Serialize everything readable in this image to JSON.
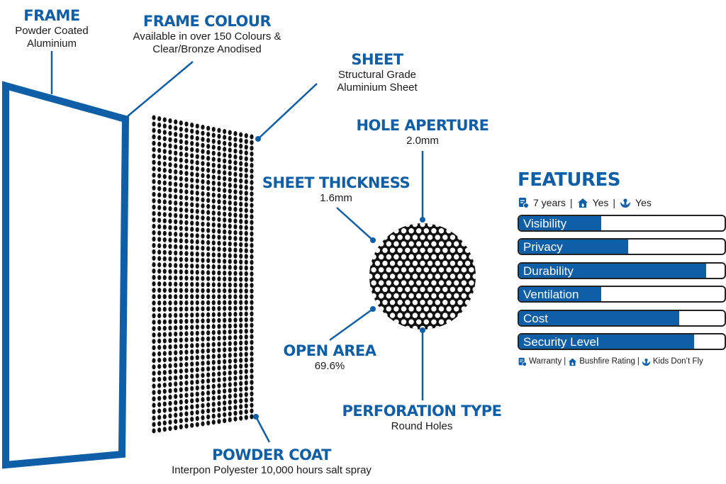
{
  "labels": {
    "frame": {
      "title": "FRAME",
      "desc_lines": [
        "Powder Coated",
        "Aluminium"
      ]
    },
    "frame_colour": {
      "title": "FRAME COLOUR",
      "desc_lines": [
        "Available in over 150 Colours &",
        "Clear/Bronze Anodised"
      ]
    },
    "sheet": {
      "title": "SHEET",
      "desc_lines": [
        "Structural Grade",
        "Aluminium Sheet"
      ]
    },
    "hole_aperture": {
      "title": "HOLE APERTURE",
      "desc_lines": [
        "2.0mm"
      ]
    },
    "sheet_thickness": {
      "title": "SHEET THICKNESS",
      "desc_lines": [
        "1.6mm"
      ]
    },
    "open_area": {
      "title": "OPEN AREA",
      "desc_lines": [
        "69.6%"
      ]
    },
    "perforation_type": {
      "title": "PERFORATION TYPE",
      "desc_lines": [
        "Round Holes"
      ]
    },
    "powder_coat": {
      "title": "POWDER COAT",
      "desc_lines": [
        "Interpon Polyester 10,000 hours salt spray"
      ]
    }
  },
  "features": {
    "heading": "FEATURES",
    "summary": [
      {
        "icon": "warranty-icon",
        "value": "7 years"
      },
      {
        "icon": "bushfire-icon",
        "value": "Yes"
      },
      {
        "icon": "kids-icon",
        "value": "Yes"
      }
    ],
    "bars": [
      {
        "label": "Visibility",
        "level": 0.4
      },
      {
        "label": "Privacy",
        "level": 0.53
      },
      {
        "label": "Durability",
        "level": 0.91
      },
      {
        "label": "Ventilation",
        "level": 0.4
      },
      {
        "label": "Cost",
        "level": 0.78
      },
      {
        "label": "Security Level",
        "level": 0.85
      }
    ],
    "legend": [
      {
        "icon": "warranty-icon",
        "label": "Warranty"
      },
      {
        "icon": "bushfire-icon",
        "label": "Bushfire Rating"
      },
      {
        "icon": "kids-icon",
        "label": "Kids Don’t Fly"
      }
    ]
  },
  "colors": {
    "accent": "#0f5ea8",
    "ink": "#1a1a1a"
  }
}
